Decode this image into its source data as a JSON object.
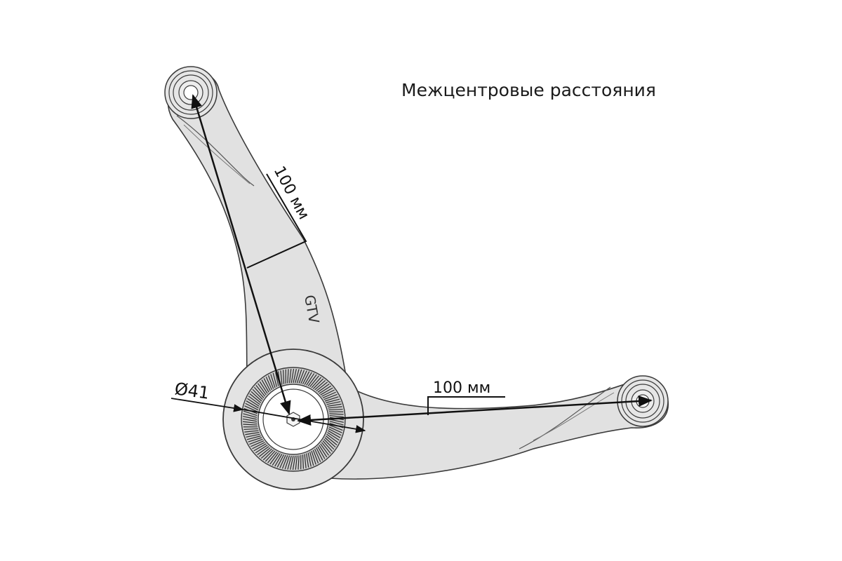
{
  "diagram": {
    "title": "Межцентровые расстояния",
    "brand_mark": "GTV",
    "dimensions": {
      "arm_length_upper": "100 мм",
      "arm_length_lower": "100 мм",
      "hub_diameter": "Ø41"
    }
  },
  "colors": {
    "part_fill": "#e1e1e1",
    "outline": "#3a3a3a",
    "dimension_line": "#111111",
    "knurl": "#2a2a2a"
  }
}
